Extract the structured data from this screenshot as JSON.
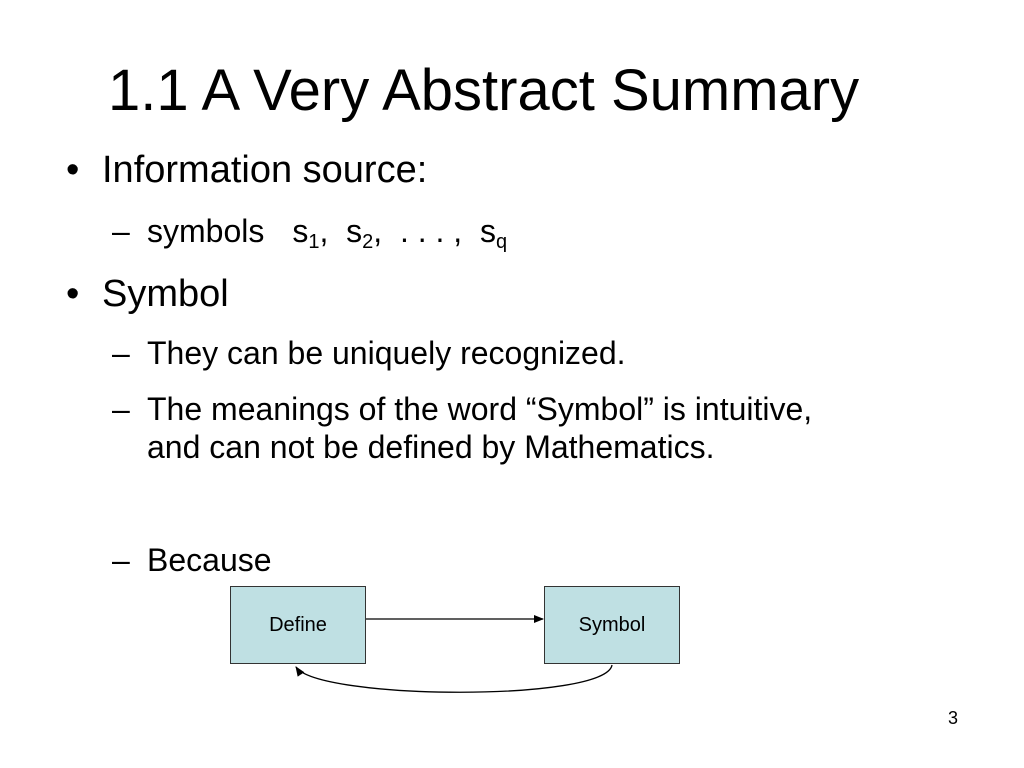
{
  "slide": {
    "title": "1.1 A Very Abstract Summary",
    "bullet_mark": "•",
    "dash_mark": "–",
    "bullets": [
      {
        "text": "Information source:",
        "sub": [
          {
            "label": "symbols",
            "s": "s",
            "sub1": "1",
            "sub2": "2",
            "subq": "q",
            "sep_comma": ",  ",
            "ellipsis": ",  . . . ,  "
          }
        ]
      },
      {
        "text": "Symbol",
        "sub": [
          "They can be uniquely recognized.",
          "The meanings of the word “Symbol” is intuitive, and can not be defined by Mathematics.",
          "Because"
        ]
      }
    ],
    "diagram": {
      "left_box": "Define",
      "right_box": "Symbol",
      "box_fill": "#bfe0e3"
    },
    "page_number": "3"
  }
}
